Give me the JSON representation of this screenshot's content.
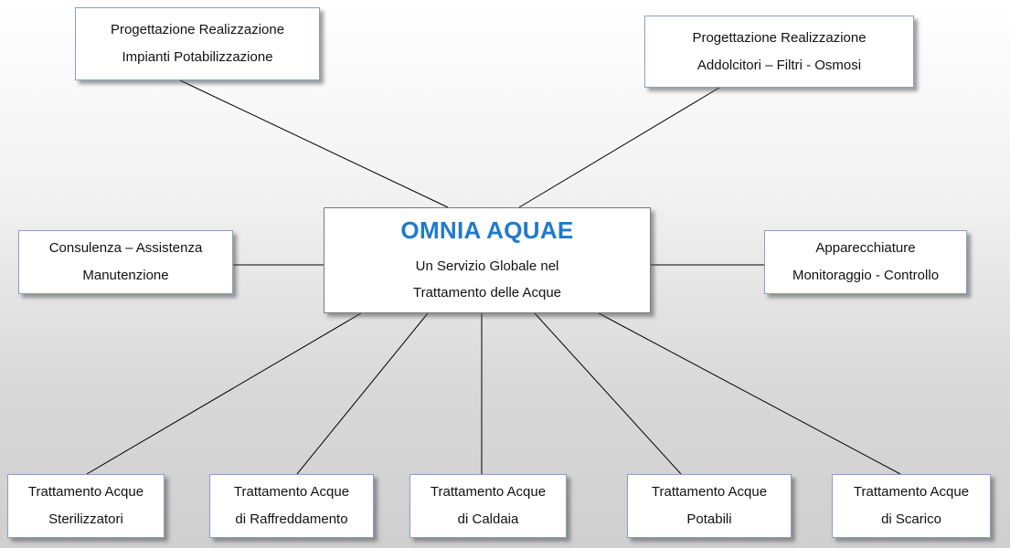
{
  "center": {
    "title": "OMNIA AQUAE",
    "line1": "Un Servizio Globale nel",
    "line2": "Trattamento delle Acque"
  },
  "top_left": {
    "line1": "Progettazione Realizzazione",
    "line2": "Impianti Potabilizzazione"
  },
  "top_right": {
    "line1": "Progettazione Realizzazione",
    "line2": "Addolcitori – Filtri - Osmosi"
  },
  "mid_left": {
    "line1": "Consulenza – Assistenza",
    "line2": "Manutenzione"
  },
  "mid_right": {
    "line1": "Apparecchiature",
    "line2": "Monitoraggio - Controllo"
  },
  "bottom": [
    {
      "line1": "Trattamento Acque",
      "line2": "Sterilizzatori"
    },
    {
      "line1": "Trattamento Acque",
      "line2": "di Raffreddamento"
    },
    {
      "line1": "Trattamento Acque",
      "line2": "di Caldaia"
    },
    {
      "line1": "Trattamento Acque",
      "line2": "Potabili"
    },
    {
      "line1": "Trattamento Acque",
      "line2": "di Scarico"
    }
  ],
  "colors": {
    "title": "#1f7acb",
    "border": "#8a9fc4",
    "line": "#000000"
  }
}
